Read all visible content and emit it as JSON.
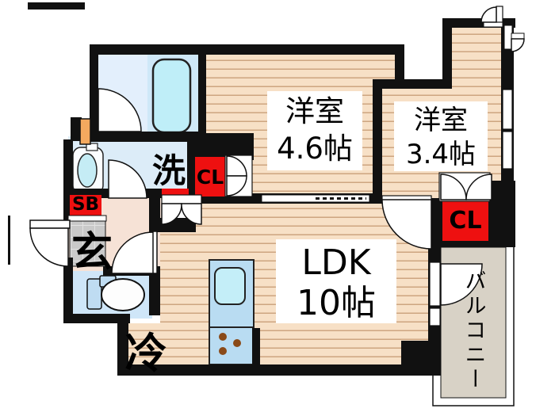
{
  "plan": {
    "title": "apartment-floor-plan",
    "rooms": {
      "western1": {
        "label": "洋室",
        "size": "4.6帖"
      },
      "western2": {
        "label": "洋室",
        "size": "3.4帖"
      },
      "ldk": {
        "label": "LDK",
        "size": "10帖"
      },
      "balcony": {
        "label": "バルコニー"
      },
      "entrance": {
        "label": "玄"
      },
      "laundry": {
        "label": "洗"
      },
      "refrigerator": {
        "label": "冷"
      },
      "closet1": {
        "label": "CL"
      },
      "closet2": {
        "label": "CL"
      },
      "shoebox": {
        "label": "SB"
      }
    },
    "colors": {
      "wall": "#111111",
      "closet_red": "#ee1010",
      "flooring": "#f7e0c6",
      "flooring_stripe": "#cda580",
      "hall_pink": "#f6e2d6",
      "bath_blue": "#e3effc",
      "wet_blue": "#dcecf8",
      "toilet_blue": "#cfe6f8",
      "fixture_cyan": "#c5ecf5",
      "kitchen_blue": "#b9dcf2",
      "balcony_gray": "#d8d2c6",
      "entrance_gray": "#c9c9c9",
      "pipe_orange": "#f4a95f",
      "burner_brown": "#8a4a18"
    }
  }
}
